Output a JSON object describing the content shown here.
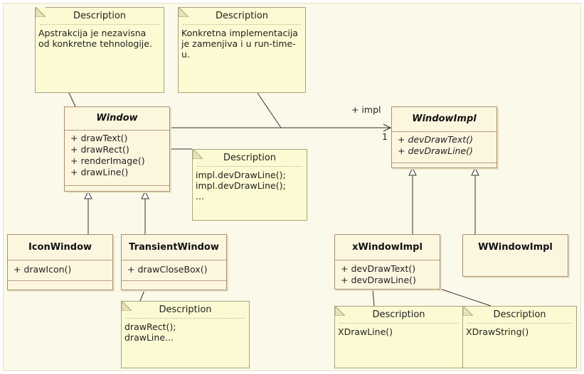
{
  "notes": {
    "abstraction": {
      "title": "Description",
      "body": "Apstrakcija je nezavisna\nod konkretne tehnologije."
    },
    "implementation": {
      "title": "Description",
      "body": "Konkretna implementacija\nje zamenjiva i u run-time-\nu."
    },
    "window_ops": {
      "title": "Description",
      "body": "impl.devDrawLine();\nimpl.devDrawLine();\n..."
    },
    "transient": {
      "title": "Description",
      "body": "drawRect();\ndrawLine..."
    },
    "xdrawline": {
      "title": "Description",
      "body": "XDrawLine()"
    },
    "xdrawstring": {
      "title": "Description",
      "body": "XDrawString()"
    }
  },
  "classes": {
    "window": {
      "name": "Window",
      "ops": [
        "+ drawText()",
        "+ drawRect()",
        "+ renderImage()",
        "+ drawLine()"
      ]
    },
    "window_impl": {
      "name": "WindowImpl",
      "ops": [
        "+ devDrawText()",
        "+ devDrawLine()"
      ]
    },
    "icon_window": {
      "name": "IconWindow",
      "ops": [
        "+ drawIcon()"
      ]
    },
    "transient_window": {
      "name": "TransientWindow",
      "ops": [
        "+ drawCloseBox()"
      ]
    },
    "x_window_impl": {
      "name": "xWindowImpl",
      "ops": [
        "+ devDrawText()",
        "+ devDrawLine()"
      ]
    },
    "w_window_impl": {
      "name": "WWindowImpl",
      "ops": []
    }
  },
  "association": {
    "role": "+ impl",
    "multiplicity": "1"
  }
}
